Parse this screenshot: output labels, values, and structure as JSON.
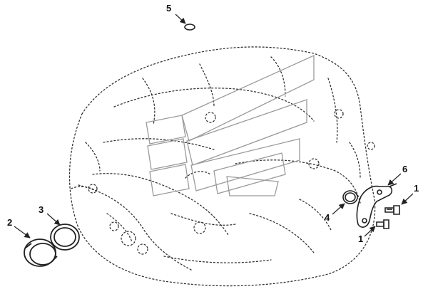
{
  "callouts": [
    {
      "id": "c5",
      "label": "5"
    },
    {
      "id": "c6",
      "label": "6"
    },
    {
      "id": "c1a",
      "label": "1"
    },
    {
      "id": "c4",
      "label": "4"
    },
    {
      "id": "c1b",
      "label": "1"
    },
    {
      "id": "c3",
      "label": "3"
    },
    {
      "id": "c2",
      "label": "2"
    }
  ],
  "colors": {
    "line": "#222222",
    "speckle": "#333333",
    "watermark": "#9a9a9a"
  },
  "icons": {
    "watermark": "chevron-logo-watermark"
  }
}
